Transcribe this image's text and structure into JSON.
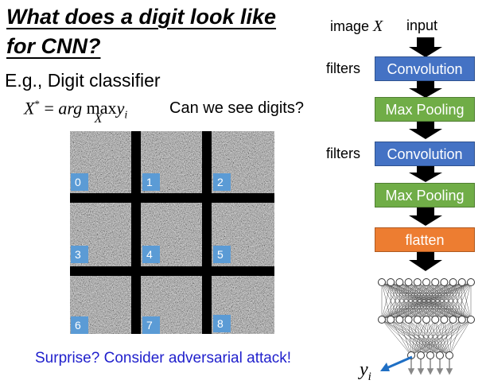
{
  "title": {
    "line1": "What does a digit look like",
    "line2": "for CNN?"
  },
  "subtitle": "E.g., Digit classifier",
  "formula": {
    "lhs": "X",
    "sup": "*",
    "eq": " = ",
    "arg": "arg",
    "max": "max",
    "var": "y",
    "sub": "i",
    "under": "X"
  },
  "question": "Can we see digits?",
  "digits": [
    "0",
    "1",
    "2",
    "3",
    "4",
    "5",
    "6",
    "7",
    "8"
  ],
  "surprise": "Surprise? Consider adversarial attack!",
  "pipeline": {
    "image_label": "image",
    "image_var": "X",
    "input_label": "input",
    "filters_label_1": "filters",
    "filters_label_2": "filters",
    "blocks": [
      "Convolution",
      "Max Pooling",
      "Convolution",
      "Max Pooling",
      "flatten"
    ]
  },
  "output": {
    "var": "y",
    "sub": "i"
  },
  "colors": {
    "conv": "#4472c4",
    "pool": "#70ad47",
    "flatten": "#ed7d31",
    "digit_label": "#5b9bd5",
    "surprise": "#1f1fcc",
    "arrow": "#1f6fc4"
  }
}
